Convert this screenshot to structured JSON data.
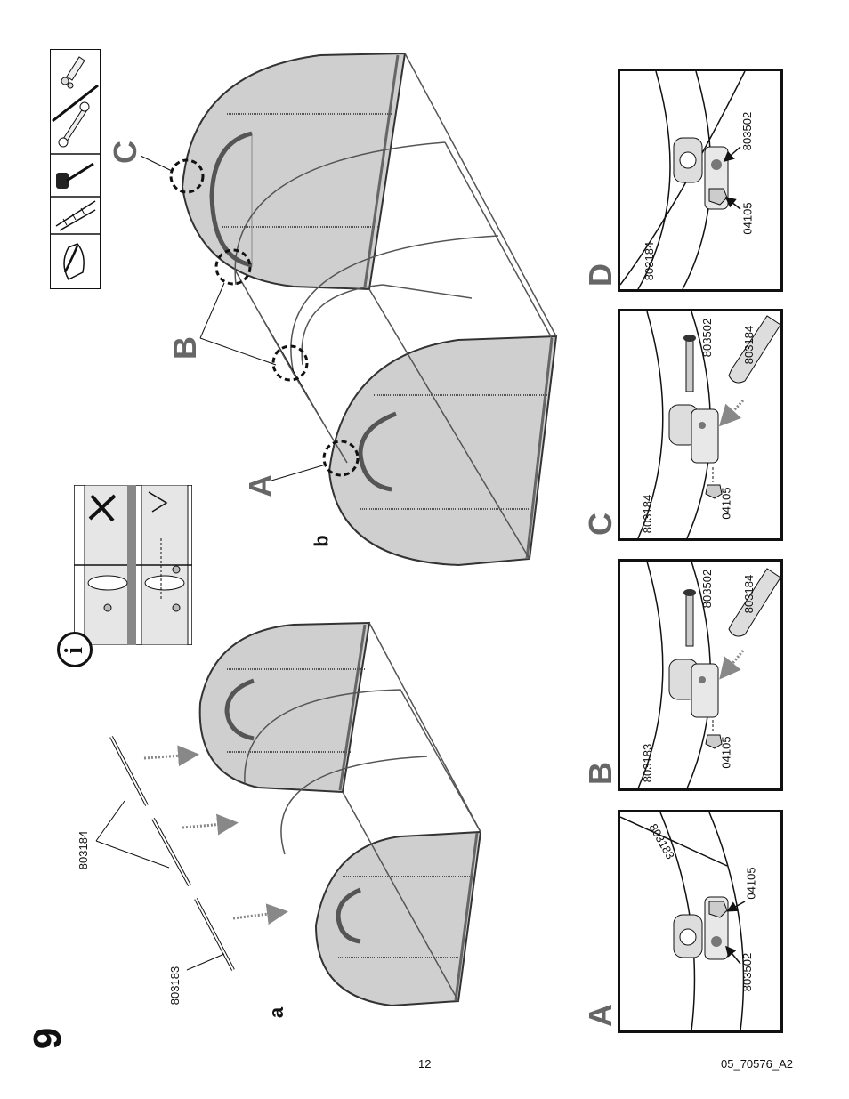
{
  "step": {
    "number": "9"
  },
  "sub_views": {
    "a": "a",
    "b": "b"
  },
  "parts": {
    "p803184": "803184",
    "p803183": "803183",
    "p803502": "803502",
    "p04105": "04105"
  },
  "callouts": {
    "A": "A",
    "B": "B",
    "C": "C",
    "D": "D"
  },
  "detail_panels": [
    {
      "letter": "A",
      "labels": [
        "803183",
        "803502",
        "04105"
      ]
    },
    {
      "letter": "B",
      "labels": [
        "803183",
        "803502",
        "04105",
        "803184"
      ]
    },
    {
      "letter": "C",
      "labels": [
        "803184",
        "803502",
        "04105",
        "803184"
      ]
    },
    {
      "letter": "D",
      "labels": [
        "803184",
        "803502",
        "04105"
      ]
    }
  ],
  "info_icon": "i",
  "tools": [
    "gloves-icon",
    "ladder-icon",
    "mallet-icon",
    "wrench-and-socket-icon"
  ],
  "footer": {
    "page": "12",
    "doc_code": "05_70576_A2"
  }
}
